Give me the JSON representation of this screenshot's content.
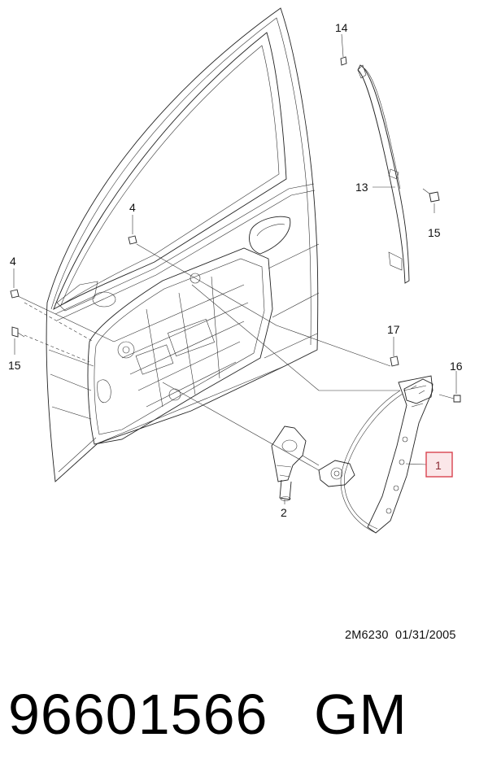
{
  "diagram": {
    "callouts": {
      "c1": "1",
      "c2": "2",
      "c4a": "4",
      "c4b": "4",
      "c13": "13",
      "c14": "14",
      "c15a": "15",
      "c15b": "15",
      "c16": "16",
      "c17": "17"
    },
    "highlight_color": "#d9434f"
  },
  "footer": {
    "drawing_code": "2M6230  01/31/2005",
    "part_number": "96601566",
    "brand": "GM"
  }
}
